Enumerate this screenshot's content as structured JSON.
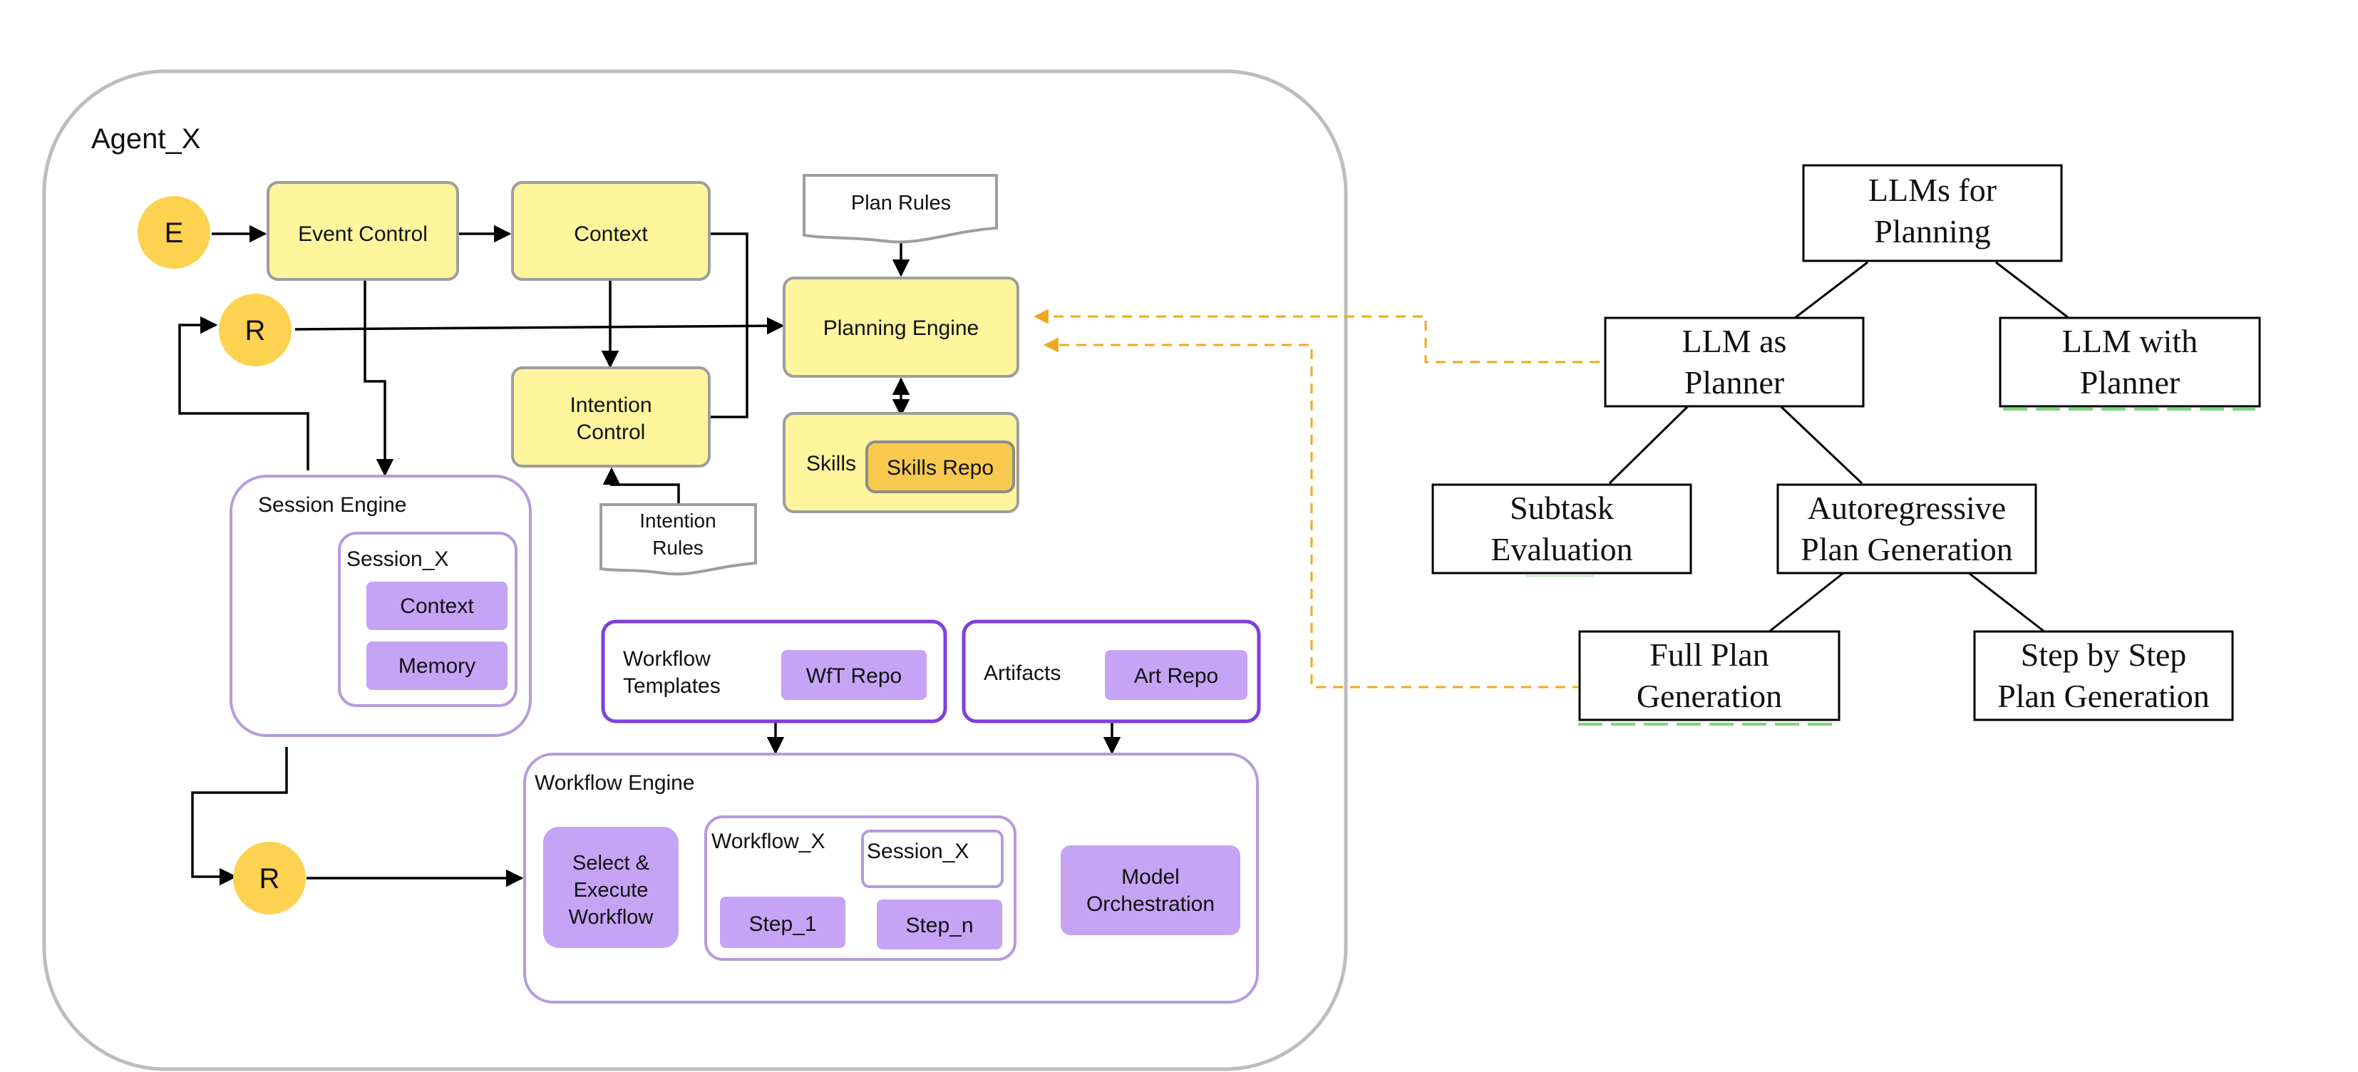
{
  "colors": {
    "yellow_fill": "#fff59d",
    "yellow_stroke": "#9e9e9e",
    "circle_fill": "#fdd250",
    "skills_repo_fill": "#f7c94e",
    "purple_stroke": "#b39ddb",
    "purple_dark_stroke": "#7e3fe0",
    "purple_fill": "#c5a3f5",
    "dashed_orange": "#f0a81c",
    "green_dash": "#7cd67c"
  },
  "agent": {
    "title": "Agent_X",
    "nodes": {
      "e": "E",
      "r_top": "R",
      "r_bottom": "R",
      "event_control": "Event Control",
      "context": "Context",
      "intention_control_1": "Intention",
      "intention_control_2": "Control",
      "plan_rules": "Plan Rules",
      "planning_engine": "Planning Engine",
      "skills": "Skills",
      "skills_repo": "Skills Repo",
      "intention_rules_1": "Intention",
      "intention_rules_2": "Rules",
      "session_engine": "Session Engine",
      "session_x": "Session_X",
      "session_context": "Context",
      "session_memory": "Memory",
      "workflow_templates_1": "Workflow",
      "workflow_templates_2": "Templates",
      "wft_repo": "WfT Repo",
      "artifacts": "Artifacts",
      "art_repo": "Art Repo",
      "workflow_engine": "Workflow Engine",
      "select_execute_1": "Select &",
      "select_execute_2": "Execute",
      "select_execute_3": "Workflow",
      "workflow_x": "Workflow_X",
      "wf_session_x": "Session_X",
      "step_1": "Step_1",
      "step_n": "Step_n",
      "model_orch_1": "Model",
      "model_orch_2": "Orchestration"
    }
  },
  "taxonomy": {
    "root_1": "LLMs for",
    "root_2": "Planning",
    "llm_as_planner_1": "LLM as",
    "llm_as_planner_2": "Planner",
    "llm_with_planner_1": "LLM with",
    "llm_with_planner_2": "Planner",
    "subtask_1": "Subtask",
    "subtask_2": "Evaluation",
    "autoreg_1": "Autoregressive",
    "autoreg_2": "Plan Generation",
    "full_plan_1": "Full Plan",
    "full_plan_2": "Generation",
    "step_by_step_1": "Step by Step",
    "step_by_step_2": "Plan Generation"
  }
}
